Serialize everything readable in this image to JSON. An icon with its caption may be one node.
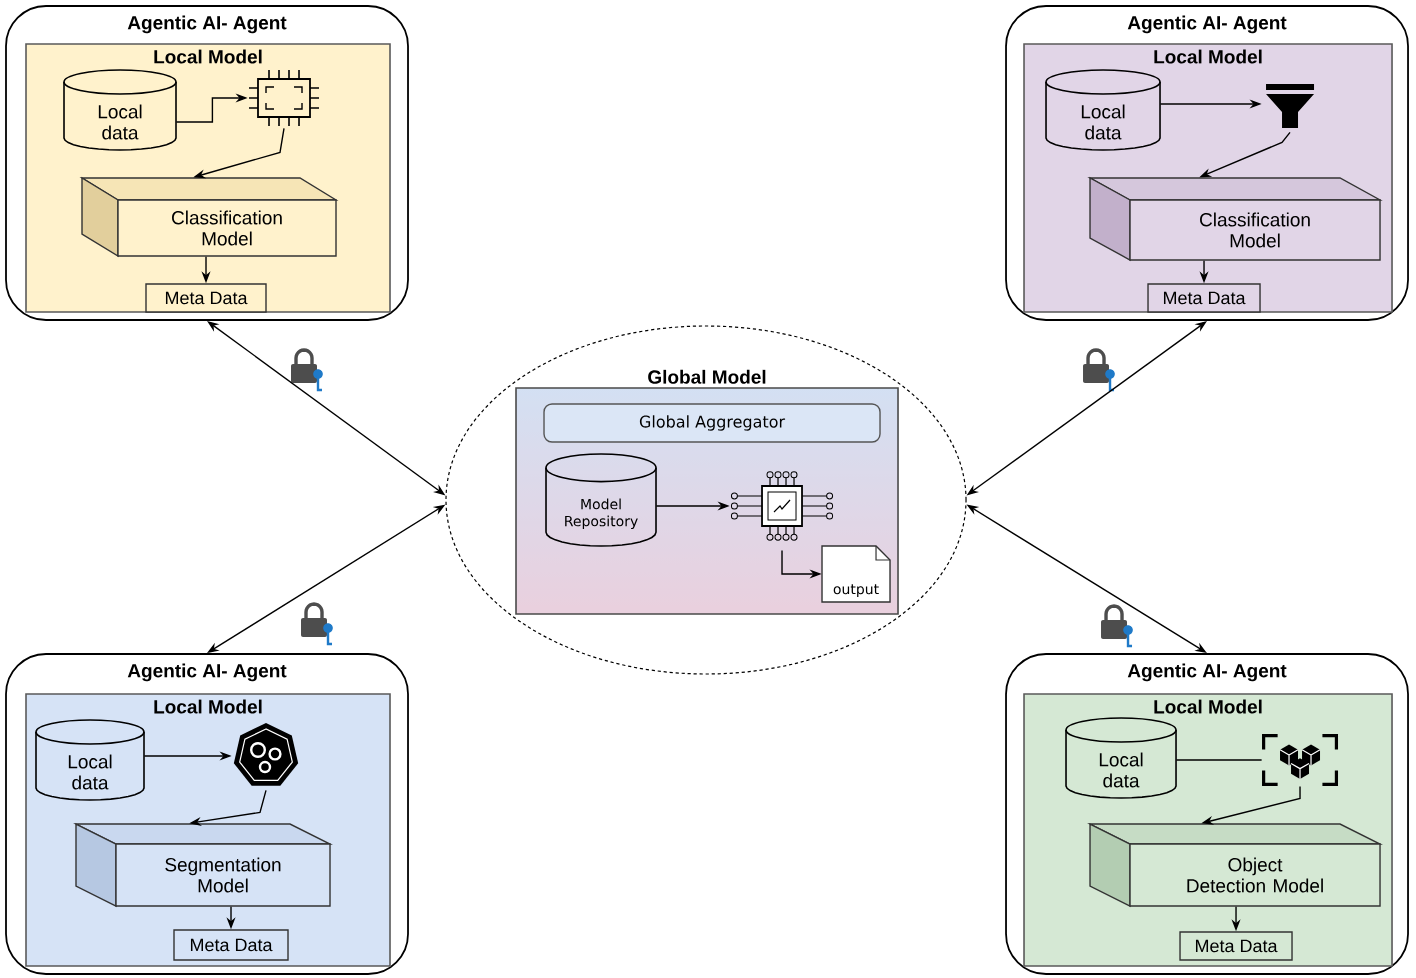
{
  "diagram": {
    "nodes": [
      {
        "text": [
          "Agentic AI- Agent"
        ]
      },
      {
        "text": [
          "Local Model"
        ],
        "in": 0
      },
      {
        "text": [
          "Local data"
        ],
        "in": 1
      },
      {
        "text": [],
        "shape": "picture",
        "in": 1
      },
      {
        "text": [
          "Classification Model"
        ],
        "in": 1
      },
      {
        "text": [
          "Meta Data"
        ],
        "in": 1
      },
      {
        "text": [
          "Agentic AI- Agent"
        ]
      },
      {
        "text": [
          "Local Model"
        ],
        "in": 6
      },
      {
        "text": [
          "Local data"
        ],
        "in": 7
      },
      {
        "text": [],
        "shape": "picture",
        "in": 7
      },
      {
        "text": [
          "Classification Model"
        ],
        "in": 7
      },
      {
        "text": [
          "Meta Data"
        ],
        "in": 7
      },
      {
        "text": [],
        "shape": "ellipse"
      },
      {
        "text": [
          "Global Model"
        ],
        "in": 12
      },
      {
        "text": [
          "Global Aggregator"
        ],
        "in": 13
      },
      {
        "text": [
          "Model Repository"
        ],
        "in": 13
      },
      {
        "text": [],
        "shape": "picture",
        "in": 13
      },
      {
        "text": [
          "output"
        ],
        "in": 13
      },
      {
        "text": [
          "Agentic AI- Agent"
        ]
      },
      {
        "text": [
          "Local Model"
        ],
        "in": 18
      },
      {
        "text": [
          "Local data"
        ],
        "in": 19
      },
      {
        "text": [],
        "shape": "picture",
        "in": 19
      },
      {
        "text": [
          "Segmentation Model"
        ],
        "in": 19
      },
      {
        "text": [
          "Meta Data"
        ],
        "in": 19
      },
      {
        "text": [
          "Agentic AI- Agent"
        ]
      },
      {
        "text": [
          "Local Model"
        ],
        "in": 24
      },
      {
        "text": [
          "Local data"
        ],
        "in": 25
      },
      {
        "text": [],
        "shape": "picture",
        "in": 25
      },
      {
        "text": [
          "Object Detection Model"
        ],
        "in": 25
      },
      {
        "text": [
          "Meta Data"
        ],
        "in": 25
      }
    ],
    "edges": [
      {
        "from": 0,
        "to": 12,
        "arrow": "both"
      },
      {
        "from": 6,
        "to": 12,
        "arrow": "both"
      },
      {
        "from": 18,
        "to": 12,
        "arrow": "both"
      },
      {
        "from": 24,
        "to": 12,
        "arrow": "both"
      },
      {
        "from": 2,
        "to": 3,
        "arrow": "to"
      },
      {
        "from": 3,
        "to": 4,
        "arrow": "to"
      },
      {
        "from": 4,
        "to": 5,
        "arrow": "to"
      },
      {
        "from": 8,
        "to": 9,
        "arrow": "to"
      },
      {
        "from": 9,
        "to": 10,
        "arrow": "to"
      },
      {
        "from": 10,
        "to": 11,
        "arrow": "to"
      },
      {
        "from": 15,
        "to": 16,
        "arrow": "to"
      },
      {
        "from": 16,
        "to": 17,
        "arrow": "to"
      },
      {
        "from": 20,
        "to": 21,
        "arrow": "to"
      },
      {
        "from": 21,
        "to": 22,
        "arrow": "to"
      },
      {
        "from": 22,
        "to": 23,
        "arrow": "to"
      },
      {
        "from": 26,
        "to": 27,
        "arrow": "none"
      },
      {
        "from": 27,
        "to": 28,
        "arrow": "to"
      },
      {
        "from": 28,
        "to": 29,
        "arrow": "to"
      }
    ]
  }
}
